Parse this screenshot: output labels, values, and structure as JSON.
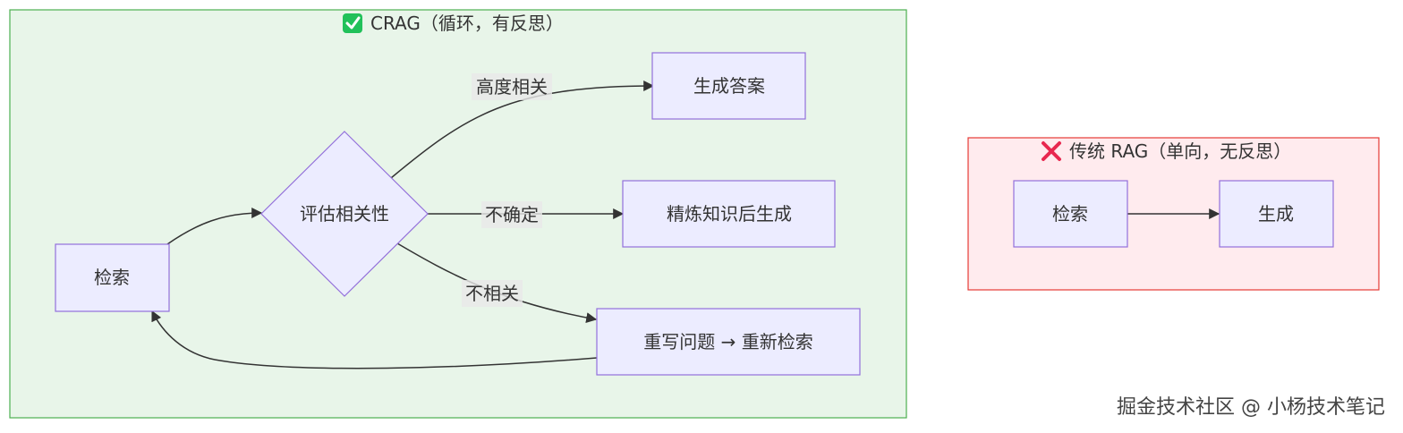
{
  "crag": {
    "title": "CRAG（循环，有反思）",
    "icon": "check-mark-icon",
    "fill": "#e8f5e9",
    "stroke": "#4caf50",
    "nodes": {
      "retrieve": "检索",
      "evaluate": "评估相关性",
      "answer": "生成答案",
      "refine": "精炼知识后生成",
      "rewrite": "重写问题 → 重新检索"
    },
    "edge_labels": {
      "high": "高度相关",
      "uncertain": "不确定",
      "irrelevant": "不相关"
    }
  },
  "traditional": {
    "title": "传统 RAG（单向，无反思）",
    "icon": "cross-mark-icon",
    "fill": "#ffebee",
    "stroke": "#e53935",
    "nodes": {
      "retrieve": "检索",
      "generate": "生成"
    }
  },
  "colors": {
    "node_fill": "#ececff",
    "node_stroke": "#9370db",
    "edge": "#333333",
    "label_bg": "#e8e8e8"
  },
  "watermark": "掘金技术社区 @ 小杨技术笔记"
}
